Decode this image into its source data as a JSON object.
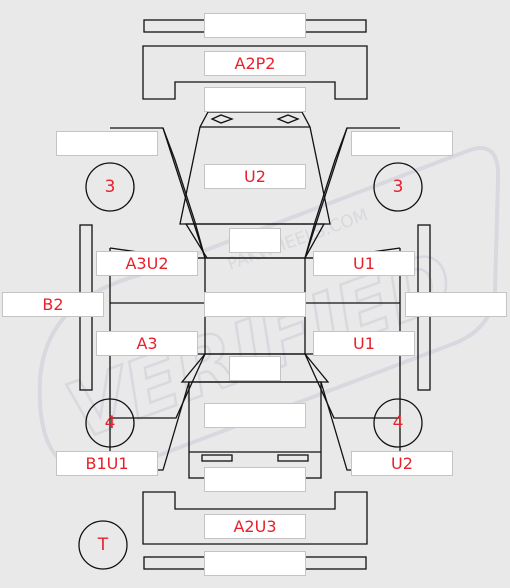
{
  "colors": {
    "background": "#e9e9e9",
    "line": "#111111",
    "label_text": "#e8212b",
    "label_box": "#ffffff",
    "watermark": "#c9ccd6"
  },
  "watermark": {
    "site": "PAKWHEELS.COM",
    "word": "VERIFIED"
  },
  "labels": {
    "front_bumper_top": "",
    "front_bumper": "A2P2",
    "hood_front": "",
    "hood": "U2",
    "windshield": "",
    "front_left_fender": "",
    "front_right_fender": "",
    "front_left_door": "A3U2",
    "front_right_door": "U1",
    "left_pillar": "B2",
    "right_pillar": "",
    "roof": "",
    "rear_left_door": "A3",
    "rear_right_door": "U1",
    "rear_glass": "",
    "trunk_upper": "",
    "rear_left_fender": "B1U1",
    "rear_right_fender": "U2",
    "trunk_lower": "",
    "rear_bumper": "A2U3",
    "rear_bumper_bottom": ""
  },
  "tyres": {
    "front_left": "3",
    "front_right": "3",
    "rear_left": "4",
    "rear_right": "4",
    "spare": "T"
  }
}
